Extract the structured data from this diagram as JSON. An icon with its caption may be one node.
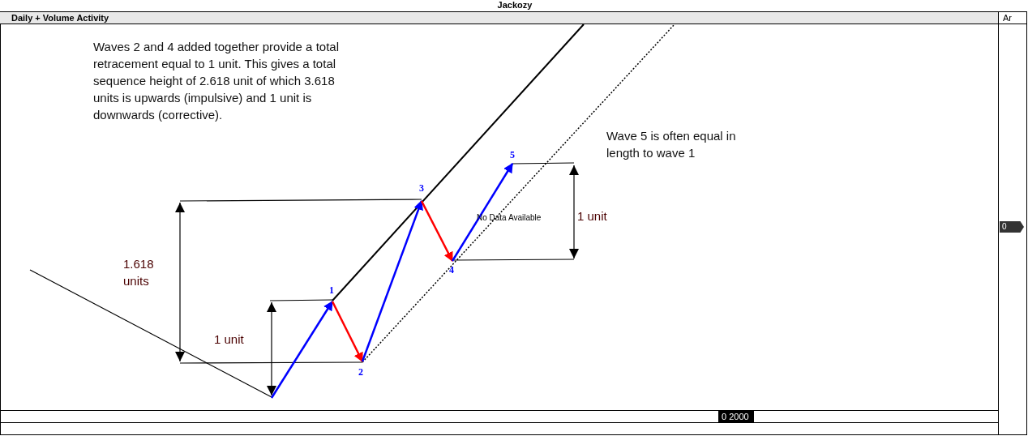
{
  "diagram": {
    "nodes": [
      {
        "text": [
          "1"
        ]
      },
      {
        "text": [
          "2"
        ]
      },
      {
        "text": [
          "3"
        ]
      },
      {
        "text": [
          "4"
        ]
      },
      {
        "text": [
          "5"
        ]
      }
    ],
    "edges": [
      {
        "from": null,
        "to": 0,
        "arrow": "to",
        "color": "#0000ff"
      },
      {
        "from": 0,
        "to": 1,
        "arrow": "to",
        "color": "#ff0000"
      },
      {
        "from": 1,
        "to": 2,
        "arrow": "to",
        "color": "#0000ff"
      },
      {
        "from": 2,
        "to": 3,
        "arrow": "to",
        "color": "#ff0000"
      },
      {
        "from": 3,
        "to": 4,
        "arrow": "to",
        "color": "#0000ff"
      }
    ],
    "labels": [
      "Jackozy",
      "Daily + Volume Activity",
      "Ar",
      "Waves 2 and 4 added together provide a total retracement equal to 1 unit. This gives a total sequence height of 2.618 unit of which 3.618 units is upwards (impulsive) and 1 unit is downwards (corrective).",
      "Wave 5 is often equal in length to wave 1",
      "No Data Available",
      "1 unit",
      "0",
      "1.618 units",
      "1 unit",
      "0 2000"
    ]
  }
}
